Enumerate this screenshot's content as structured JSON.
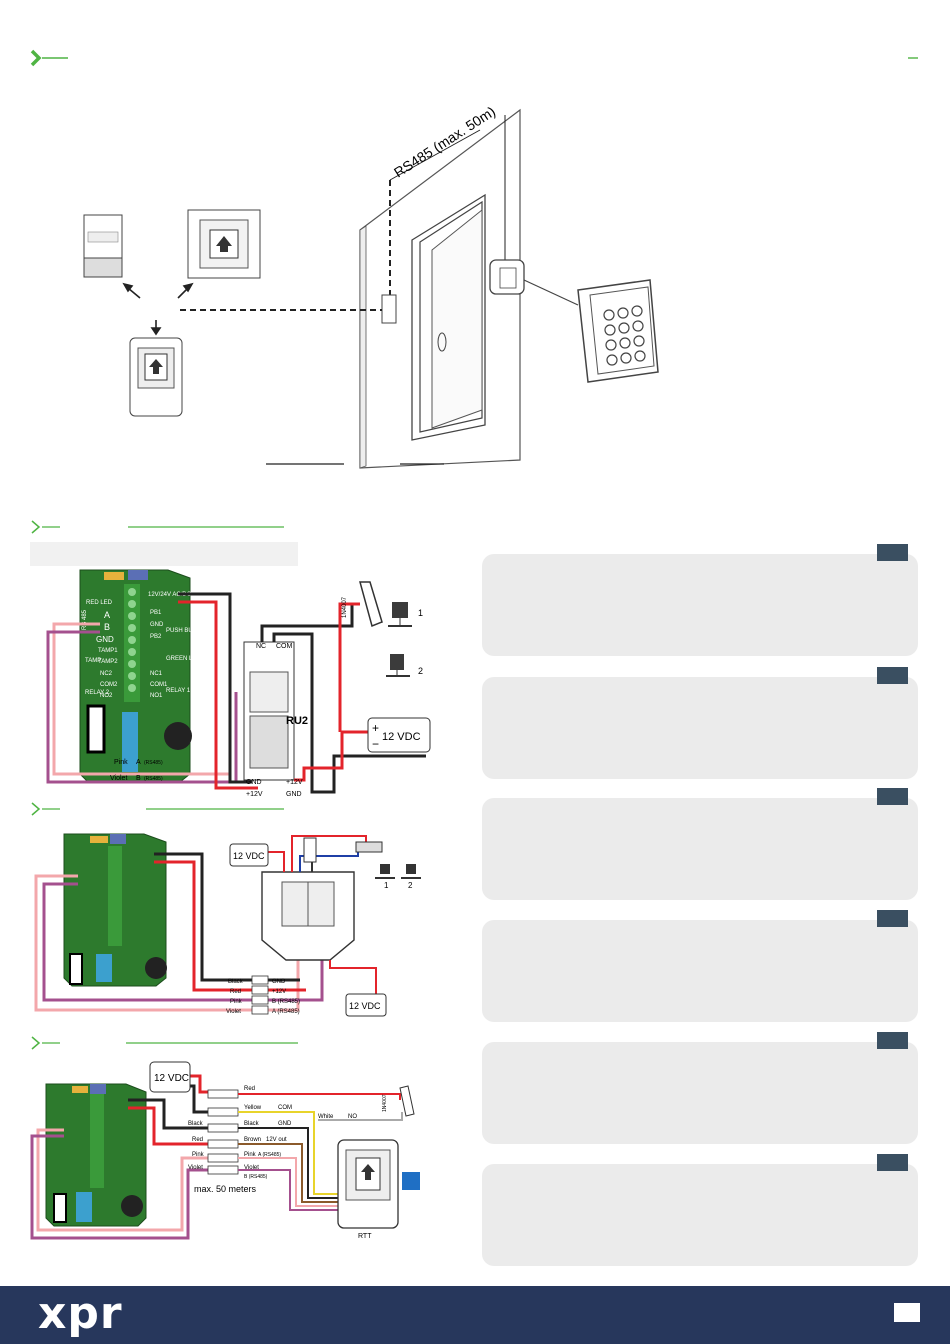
{
  "hero": {
    "cable_label": "RS485 (max. 50m)"
  },
  "section1": {
    "board_labels": {
      "red_led": "RED LED",
      "a": "A",
      "b": "B",
      "rs485": "RS 485",
      "gnd": "GND",
      "tamp1": "TAMP1",
      "tamp2": "TAMP2",
      "tamp": "TAMP",
      "nc2": "NC2",
      "com2": "COM2",
      "no2": "NO2",
      "relay2": "RELAY 2",
      "power": "12V/24V AC/DC",
      "pb1": "PB1",
      "pb_gnd": "GND",
      "pb2": "PB2",
      "push_button": "PUSH BUTTON",
      "green_led": "GREEN LED",
      "nc1": "NC1",
      "com1": "COM1",
      "no1": "NO1",
      "relay1": "RELAY 1"
    },
    "relay_label": "RU2",
    "nc": "NC",
    "com": "COM",
    "diode": "1N4007",
    "psu": "12 VDC",
    "lock1": "1",
    "lock2": "2",
    "gnd_bottom": "GND",
    "v12_bottom": "+12V",
    "v12_right": "+12V",
    "gnd_right": "GND",
    "pink": "Pink",
    "pink_a": "A",
    "pink_rs": "(RS485)",
    "violet": "Violet",
    "violet_b": "B",
    "violet_rs": "(RS485)"
  },
  "section2": {
    "psu_top": "12 VDC",
    "psu_bottom": "12 VDC",
    "lock1": "1",
    "lock2": "2",
    "black": "Black",
    "red": "Red",
    "pink": "Pink",
    "violet": "Violet",
    "gnd": "GND",
    "v12": "+12V",
    "b_rs": "B (RS485)",
    "a_rs": "A (RS485)"
  },
  "section3": {
    "psu": "12 VDC",
    "w_red": "Red",
    "w_yellow": "Yellow",
    "w_com": "COM",
    "w_black_l": "Black",
    "w_black_r": "Black",
    "w_gnd": "GND",
    "w_red_l": "Red",
    "w_brown": "Brown",
    "w_12vout": "12V out",
    "w_pink_l": "Pink",
    "w_pink_r": "Pink",
    "w_pink_a": "A (RS485)",
    "w_violet_l": "Violet",
    "w_violet_r": "Violet",
    "w_violet_b": "B (RS485)",
    "white": "White",
    "no": "NO",
    "diode": "1N4007",
    "max": "max. 50 meters",
    "rtt": "RTT"
  },
  "footer": {
    "logo": "xpr"
  },
  "colors": {
    "accent_green": "#4fb443",
    "navy": "#27375c",
    "card_bg": "#ebebeb",
    "card_tab": "#3a4f61",
    "wire_red": "#e3242b",
    "wire_pink": "#f3a7ab",
    "wire_violet": "#a4508e",
    "board_green": "#2d7a2d"
  }
}
